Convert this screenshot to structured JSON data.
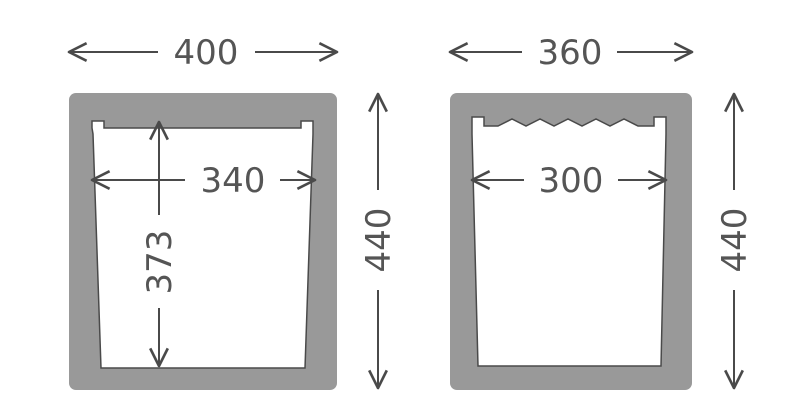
{
  "left_planter": {
    "outer_width": "400",
    "height": "440",
    "inner_width": "340",
    "inner_depth": "373"
  },
  "right_planter": {
    "outer_width": "360",
    "height": "440",
    "inner_width": "300"
  },
  "colors": {
    "body": "#999999",
    "interior": "#ffffff",
    "dimension": "#4a4a4a",
    "label": "#555555"
  }
}
